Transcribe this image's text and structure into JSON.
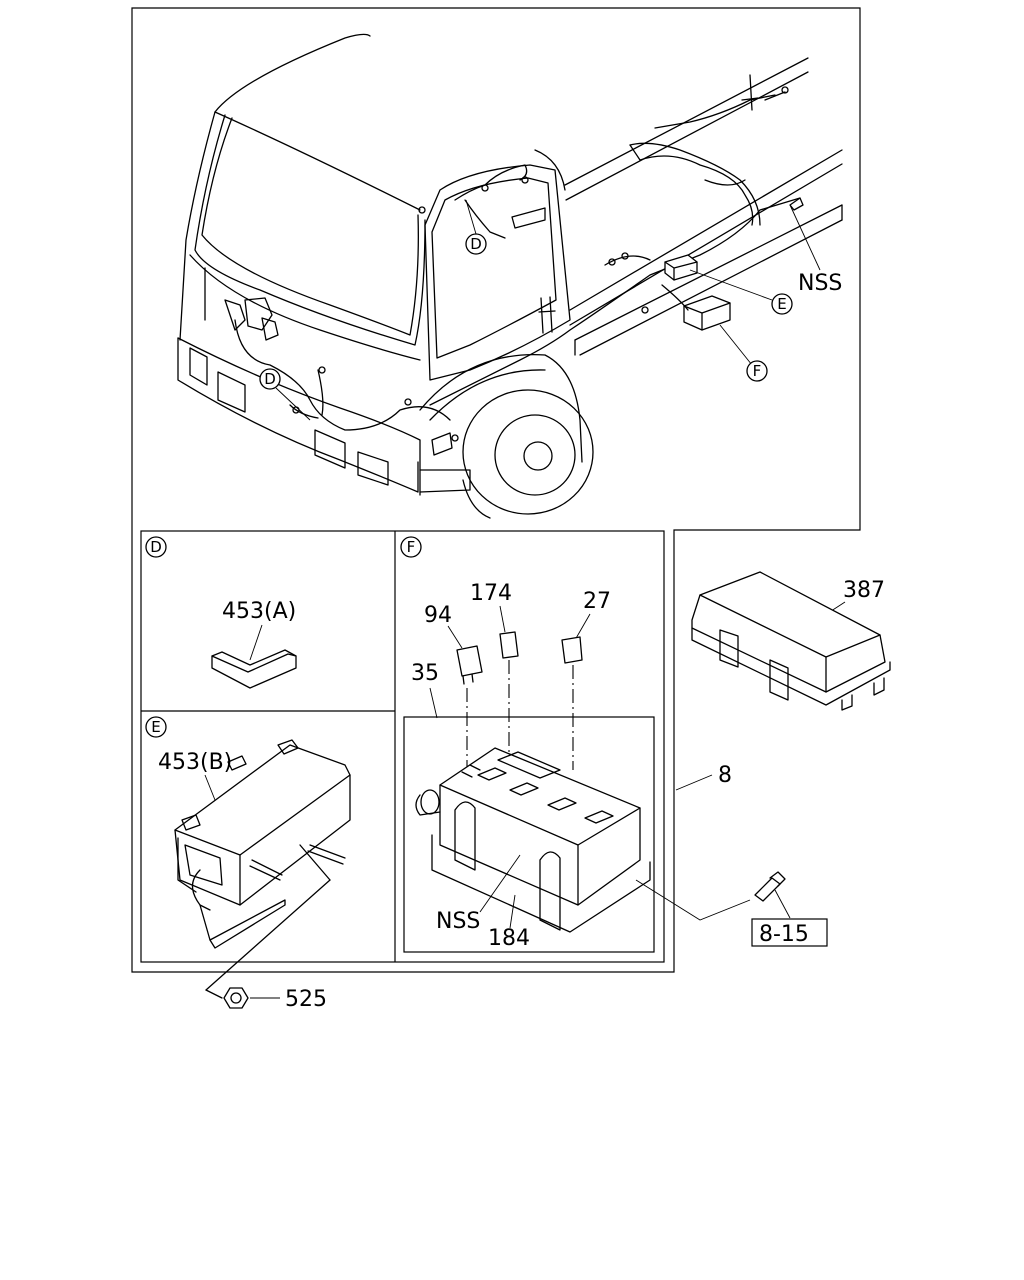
{
  "callouts": {
    "d_top": "D",
    "d_left": "D",
    "e_main": "E",
    "f_main": "F",
    "nss_top": "NSS"
  },
  "panels": {
    "d": {
      "letter": "D",
      "part": "453(A)"
    },
    "e": {
      "letter": "E",
      "part": "453(B)"
    },
    "f": {
      "letter": "F",
      "parts": {
        "p94": "94",
        "p174": "174",
        "p27": "27",
        "p35": "35",
        "nss": "NSS",
        "p184": "184"
      }
    }
  },
  "outside": {
    "p387": "387",
    "p8": "8",
    "p8_15": "8-15",
    "p525": "525"
  }
}
